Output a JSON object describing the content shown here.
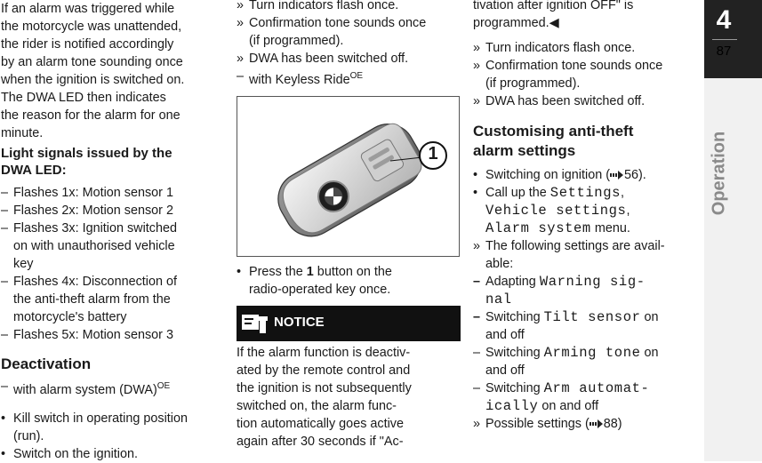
{
  "column1": {
    "intro_lines": [
      "If an alarm was triggered while",
      "the motorcycle was unattended,",
      "the rider is notified accordingly",
      "by an alarm tone sounding once",
      "when the ignition is switched on.",
      "The DWA LED then indicates",
      "the reason for the alarm for one",
      "minute."
    ],
    "signals_heading_lines": [
      "Light signals issued by the",
      "DWA LED:"
    ],
    "signals": [
      {
        "lines": [
          "Flashes 1x:  Motion sensor 1"
        ]
      },
      {
        "lines": [
          "Flashes 2x:  Motion sensor 2"
        ]
      },
      {
        "lines": [
          "Flashes 3x:  Ignition switched",
          "on with unauthorised vehicle",
          "key"
        ]
      },
      {
        "lines": [
          "Flashes 4x:  Disconnection of",
          "the anti-theft alarm from the",
          "motorcycle's battery"
        ]
      },
      {
        "lines": [
          "Flashes 5x:  Motion sensor 3"
        ]
      }
    ],
    "deactivation_heading": "Deactivation",
    "with_alarm_system": "with alarm system (DWA)",
    "oe_label": "OE",
    "bullets": [
      {
        "lines": [
          "Kill switch in operating position",
          "(run)."
        ]
      },
      {
        "lines": [
          "Switch on the ignition."
        ]
      }
    ]
  },
  "column2": {
    "results": [
      {
        "lines": [
          "Turn indicators flash once."
        ]
      },
      {
        "lines": [
          "Confirmation tone sounds once",
          "(if programmed)."
        ]
      },
      {
        "lines": [
          "DWA has been switched off."
        ]
      }
    ],
    "keyless_ride": "with Keyless Ride",
    "oe_label": "OE",
    "callout_number": "1",
    "press_lines_pre": "Press the ",
    "press_bold": "1",
    "press_line1_post": " button on the",
    "press_line2": "radio-operated key once.",
    "notice_label": "NOTICE",
    "notice_lines": [
      "If the alarm function is deactiv-",
      "ated by the remote control and",
      "the ignition is not subsequently",
      "switched on, the alarm func-",
      "tion automatically goes active",
      "again after 30 seconds if \"Ac-"
    ]
  },
  "column3": {
    "continued_lines": [
      "tivation after ignition OFF\" is",
      "programmed."
    ],
    "end_mark": "◀",
    "results": [
      {
        "lines": [
          "Turn indicators flash once."
        ]
      },
      {
        "lines": [
          "Confirmation tone sounds once",
          "(if programmed)."
        ]
      },
      {
        "lines": [
          "DWA has been switched off."
        ]
      }
    ],
    "heading_lines": [
      "Customising anti-theft",
      "alarm settings"
    ],
    "switch_on_pre": "Switching on ignition (",
    "switch_on_ref": "56",
    "switch_on_post": ").",
    "callup_pre": "Call up the ",
    "callup_settings": "Settings",
    "callup_vehicle": "Vehicle settings",
    "callup_alarm": "Alarm system",
    "callup_post": " menu.",
    "following_lines": [
      "The following settings are avail-",
      "able:"
    ],
    "adapting_pre": "Adapting ",
    "adapting_mono_1": "Warning sig-",
    "adapting_mono_2": "nal",
    "tilt_pre": "Switching ",
    "tilt_mono": "Tilt sensor",
    "tilt_post": " on",
    "tilt_line2": "and off",
    "arming_pre": "Switching ",
    "arming_mono": "Arming tone",
    "arming_post": " on",
    "arming_line2": "and off",
    "arm_pre": "Switching ",
    "arm_mono_1": "Arm automat-",
    "arm_mono_2": "ically",
    "arm_post": " on and off",
    "possible_pre": "Possible settings (",
    "possible_ref": "88",
    "possible_post": ")"
  },
  "tab": {
    "chapter": "4",
    "page": "87",
    "section": "Operation"
  },
  "colors": {
    "tab_dark": "#222222",
    "tab_light": "#f1f1f1",
    "notice_bg": "#111111",
    "vertical_label": "#8a8a8a"
  }
}
